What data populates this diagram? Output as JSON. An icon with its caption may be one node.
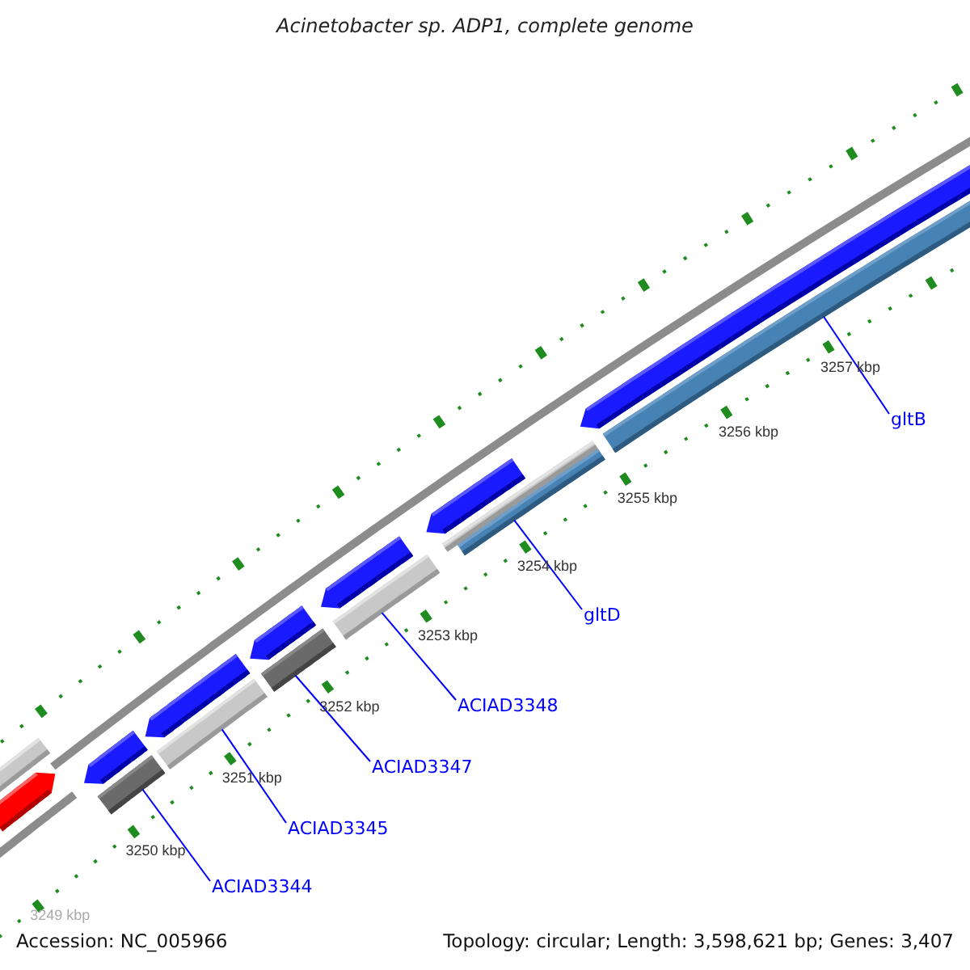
{
  "diagram": {
    "title": "Acinetobacter sp. ADP1, complete genome",
    "nodes": [
      {
        "text": [
          "ACIAD3344"
        ]
      },
      {
        "text": [
          "ACIAD3345"
        ]
      },
      {
        "text": [
          "ACIAD3347"
        ]
      },
      {
        "text": [
          "ACIAD3348"
        ]
      },
      {
        "text": [
          "gltD"
        ]
      },
      {
        "text": [
          "gltB"
        ]
      },
      {
        "text": [],
        "shape": "bar"
      },
      {
        "text": [],
        "shape": "pentagon"
      },
      {
        "text": [],
        "shape": "pentagon"
      },
      {
        "text": [],
        "shape": "bar"
      },
      {
        "text": [],
        "shape": "pentagon"
      },
      {
        "text": [],
        "shape": "bar"
      },
      {
        "text": [],
        "shape": "pentagon"
      },
      {
        "text": [],
        "shape": "bar"
      },
      {
        "text": [],
        "shape": "pentagon"
      },
      {
        "text": [],
        "shape": "bar"
      },
      {
        "text": [],
        "shape": "pentagon"
      },
      {
        "text": [],
        "shape": "bar"
      },
      {
        "text": [],
        "shape": "bar"
      },
      {
        "text": [],
        "shape": "pentagon"
      },
      {
        "text": [],
        "shape": "bar"
      }
    ],
    "edges": [
      {
        "from": 0,
        "to": 9,
        "arrow": "none"
      },
      {
        "from": 1,
        "to": 11,
        "arrow": "none"
      },
      {
        "from": 2,
        "to": 13,
        "arrow": "none"
      },
      {
        "from": 3,
        "to": 15,
        "arrow": "none"
      },
      {
        "from": 4,
        "to": 18,
        "arrow": "none"
      },
      {
        "from": 5,
        "to": 20,
        "arrow": "none"
      }
    ],
    "labels": [
      "3249 kbp",
      "3250 kbp",
      "3251 kbp",
      "3252 kbp",
      "3253 kbp",
      "3254 kbp",
      "3255 kbp",
      "3256 kbp",
      "3257 kbp",
      "Accession: NC_005966",
      "Topology: circular; Length: 3,598,621 bp; Genes: 3,407"
    ]
  }
}
